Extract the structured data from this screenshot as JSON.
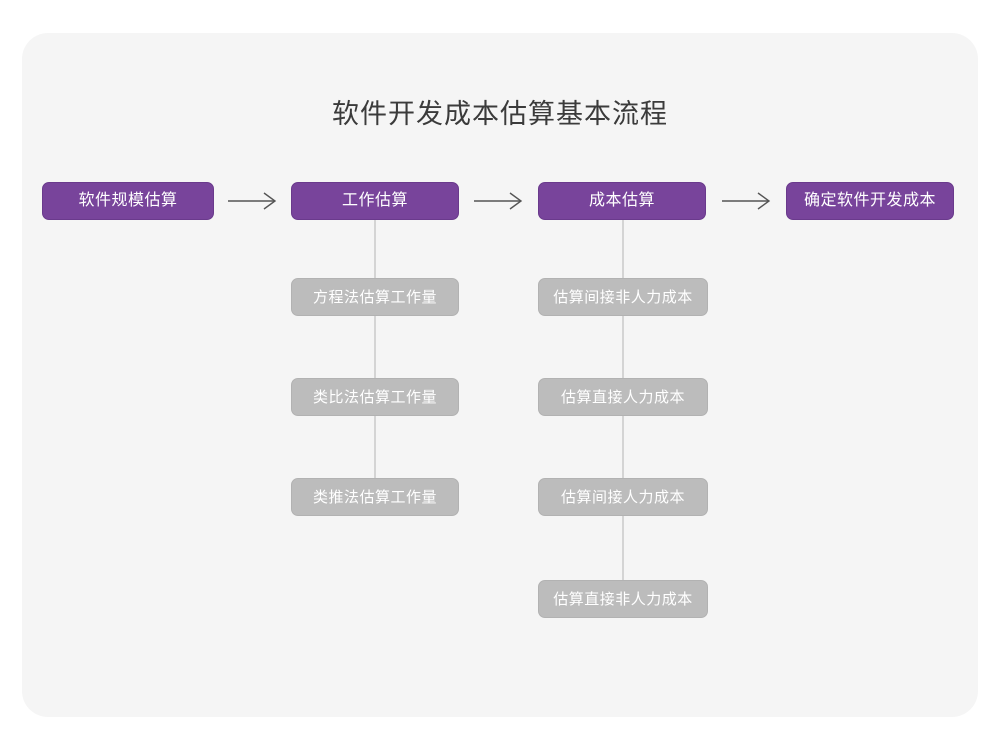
{
  "diagram": {
    "title": "软件开发成本估算基本流程",
    "type": "flowchart",
    "colors": {
      "background": "#ffffff",
      "card": "#f5f5f5",
      "primary_node": "#78449b",
      "secondary_node": "#bcbcbc",
      "connector": "#d4d4d4",
      "arrow": "#555555",
      "title_text": "#3b3b3b",
      "node_text": "#ffffff"
    },
    "stages": [
      {
        "id": "stage-1",
        "label": "软件规模估算",
        "substeps": []
      },
      {
        "id": "stage-2",
        "label": "工作估算",
        "substeps": [
          {
            "id": "stage-2-sub-1",
            "label": "方程法估算工作量"
          },
          {
            "id": "stage-2-sub-2",
            "label": "类比法估算工作量"
          },
          {
            "id": "stage-2-sub-3",
            "label": "类推法估算工作量"
          }
        ]
      },
      {
        "id": "stage-3",
        "label": "成本估算",
        "substeps": [
          {
            "id": "stage-3-sub-1",
            "label": "估算间接非人力成本"
          },
          {
            "id": "stage-3-sub-2",
            "label": "估算直接人力成本"
          },
          {
            "id": "stage-3-sub-3",
            "label": "估算间接人力成本"
          },
          {
            "id": "stage-3-sub-4",
            "label": "估算直接非人力成本"
          }
        ]
      },
      {
        "id": "stage-4",
        "label": "确定软件开发成本",
        "substeps": []
      }
    ],
    "connectors": [
      {
        "id": "arrow-1",
        "from": "stage-1",
        "to": "stage-2",
        "glyph": "→"
      },
      {
        "id": "arrow-2",
        "from": "stage-2",
        "to": "stage-3",
        "glyph": "→"
      },
      {
        "id": "arrow-3",
        "from": "stage-3",
        "to": "stage-4",
        "glyph": "→"
      }
    ]
  }
}
